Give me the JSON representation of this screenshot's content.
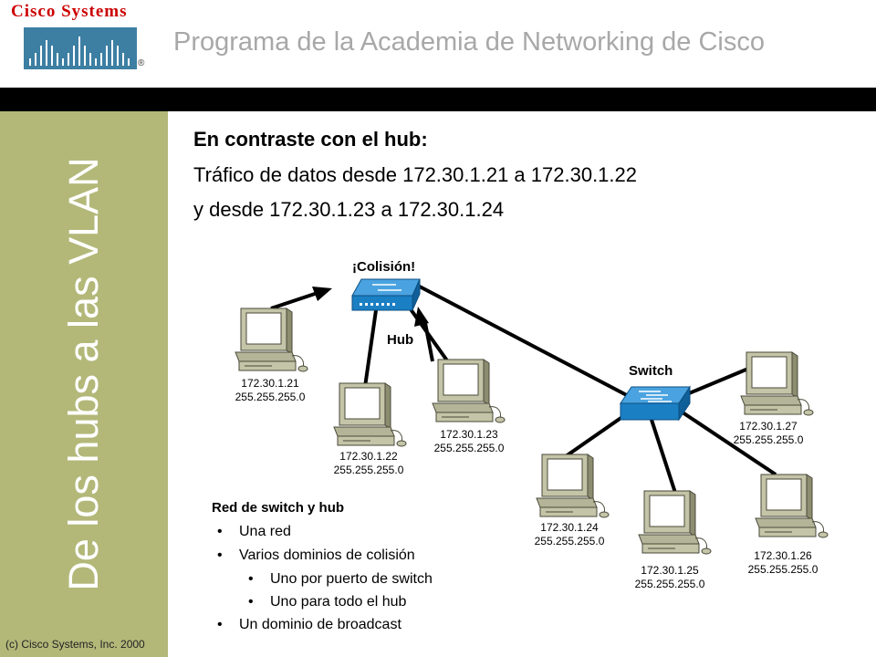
{
  "header": {
    "logo_text": "Cisco Systems",
    "logo_reg": "®",
    "title": "Programa de la Academia de Networking de Cisco"
  },
  "sidebar": {
    "title": "De los hubs a las VLAN",
    "copyright": "(c) Cisco Systems, Inc. 2000"
  },
  "content": {
    "heading": "En contraste con el hub:",
    "line1": "Tráfico de datos desde 172.30.1.21 a 172.30.1.22",
    "line2": "y desde 172.30.1.23 a 172.30.1.24"
  },
  "diagram": {
    "collision_label": "¡Colisión!",
    "hub_label": "Hub",
    "switch_label": "Switch",
    "hosts": [
      {
        "ip": "172.30.1.21",
        "mask": "255.255.255.0"
      },
      {
        "ip": "172.30.1.22",
        "mask": "255.255.255.0"
      },
      {
        "ip": "172.30.1.23",
        "mask": "255.255.255.0"
      },
      {
        "ip": "172.30.1.24",
        "mask": "255.255.255.0"
      },
      {
        "ip": "172.30.1.25",
        "mask": "255.255.255.0"
      },
      {
        "ip": "172.30.1.26",
        "mask": "255.255.255.0"
      },
      {
        "ip": "172.30.1.27",
        "mask": "255.255.255.0"
      }
    ]
  },
  "summary": {
    "title": "Red de switch y hub",
    "bullet_glyph": "•",
    "items": [
      "Una red",
      "Varios dominios de colisión",
      "Uno por puerto de switch",
      "Uno para todo el hub",
      "Un dominio de broadcast"
    ]
  },
  "colors": {
    "sidebar": "#b3b879",
    "logo_red": "#cc0000",
    "device_blue": "#1b7fc4",
    "pc_beige": "#c4c4a8"
  }
}
